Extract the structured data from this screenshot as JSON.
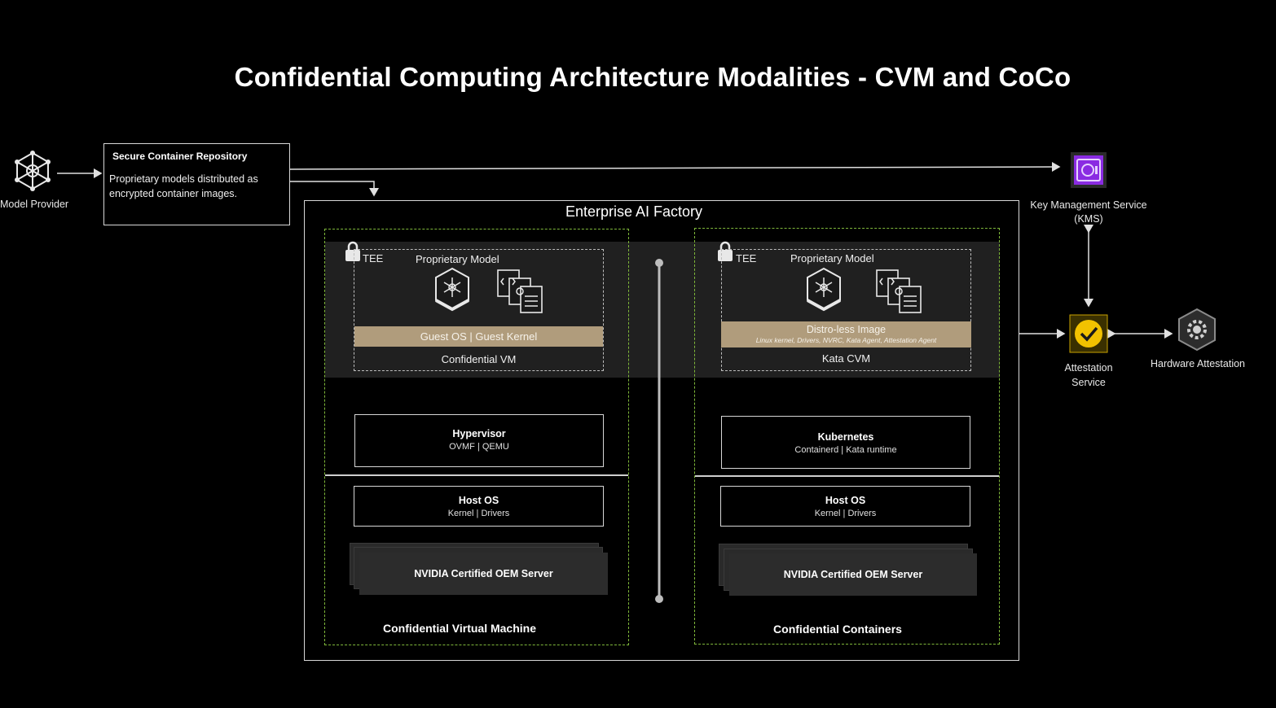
{
  "title": "Confidential Computing Architecture Modalities - CVM and CoCo",
  "model_provider": {
    "label": "Model Provider",
    "icon": "neural-network-icon"
  },
  "repository": {
    "title": "Secure Container Repository",
    "description": "Proprietary models distributed as encrypted container images."
  },
  "kms": {
    "label": "Key Management Service\n(KMS)",
    "icon": "vault-icon",
    "color": "#8a2be2"
  },
  "attestation": {
    "label": "Attestation\nService",
    "icon": "checkmark-icon",
    "color": "#f2c200"
  },
  "hardware_attestation": {
    "label": "Hardware Attestation",
    "icon": "chip-gear-icon"
  },
  "factory": {
    "title": "Enterprise AI Factory"
  },
  "cvm": {
    "tee": "TEE",
    "model_label": "Proprietary Model",
    "os_bar": "Guest OS | Guest Kernel",
    "vm_label": "Confidential VM",
    "layer1": {
      "title": "Hypervisor",
      "sub": "OVMF | QEMU"
    },
    "layer2": {
      "title": "Host OS",
      "sub": "Kernel | Drivers"
    },
    "server": "NVIDIA Certified OEM Server",
    "name": "Confidential Virtual Machine"
  },
  "coco": {
    "tee": "TEE",
    "model_label": "Proprietary Model",
    "os_bar": "Distro-less Image",
    "os_bar_sub": "Linux kernel, Drivers, NVRC, Kata Agent, Attestation Agent",
    "vm_label": "Kata  CVM",
    "layer1": {
      "title": "Kubernetes",
      "sub": "Containerd | Kata runtime"
    },
    "layer2": {
      "title": "Host OS",
      "sub": "Kernel | Drivers"
    },
    "server": "NVIDIA Certified OEM Server",
    "name": "Confidential Containers"
  },
  "colors": {
    "accent_green": "#7fb83a",
    "tan": "#b09c7c",
    "band": "#202020"
  }
}
